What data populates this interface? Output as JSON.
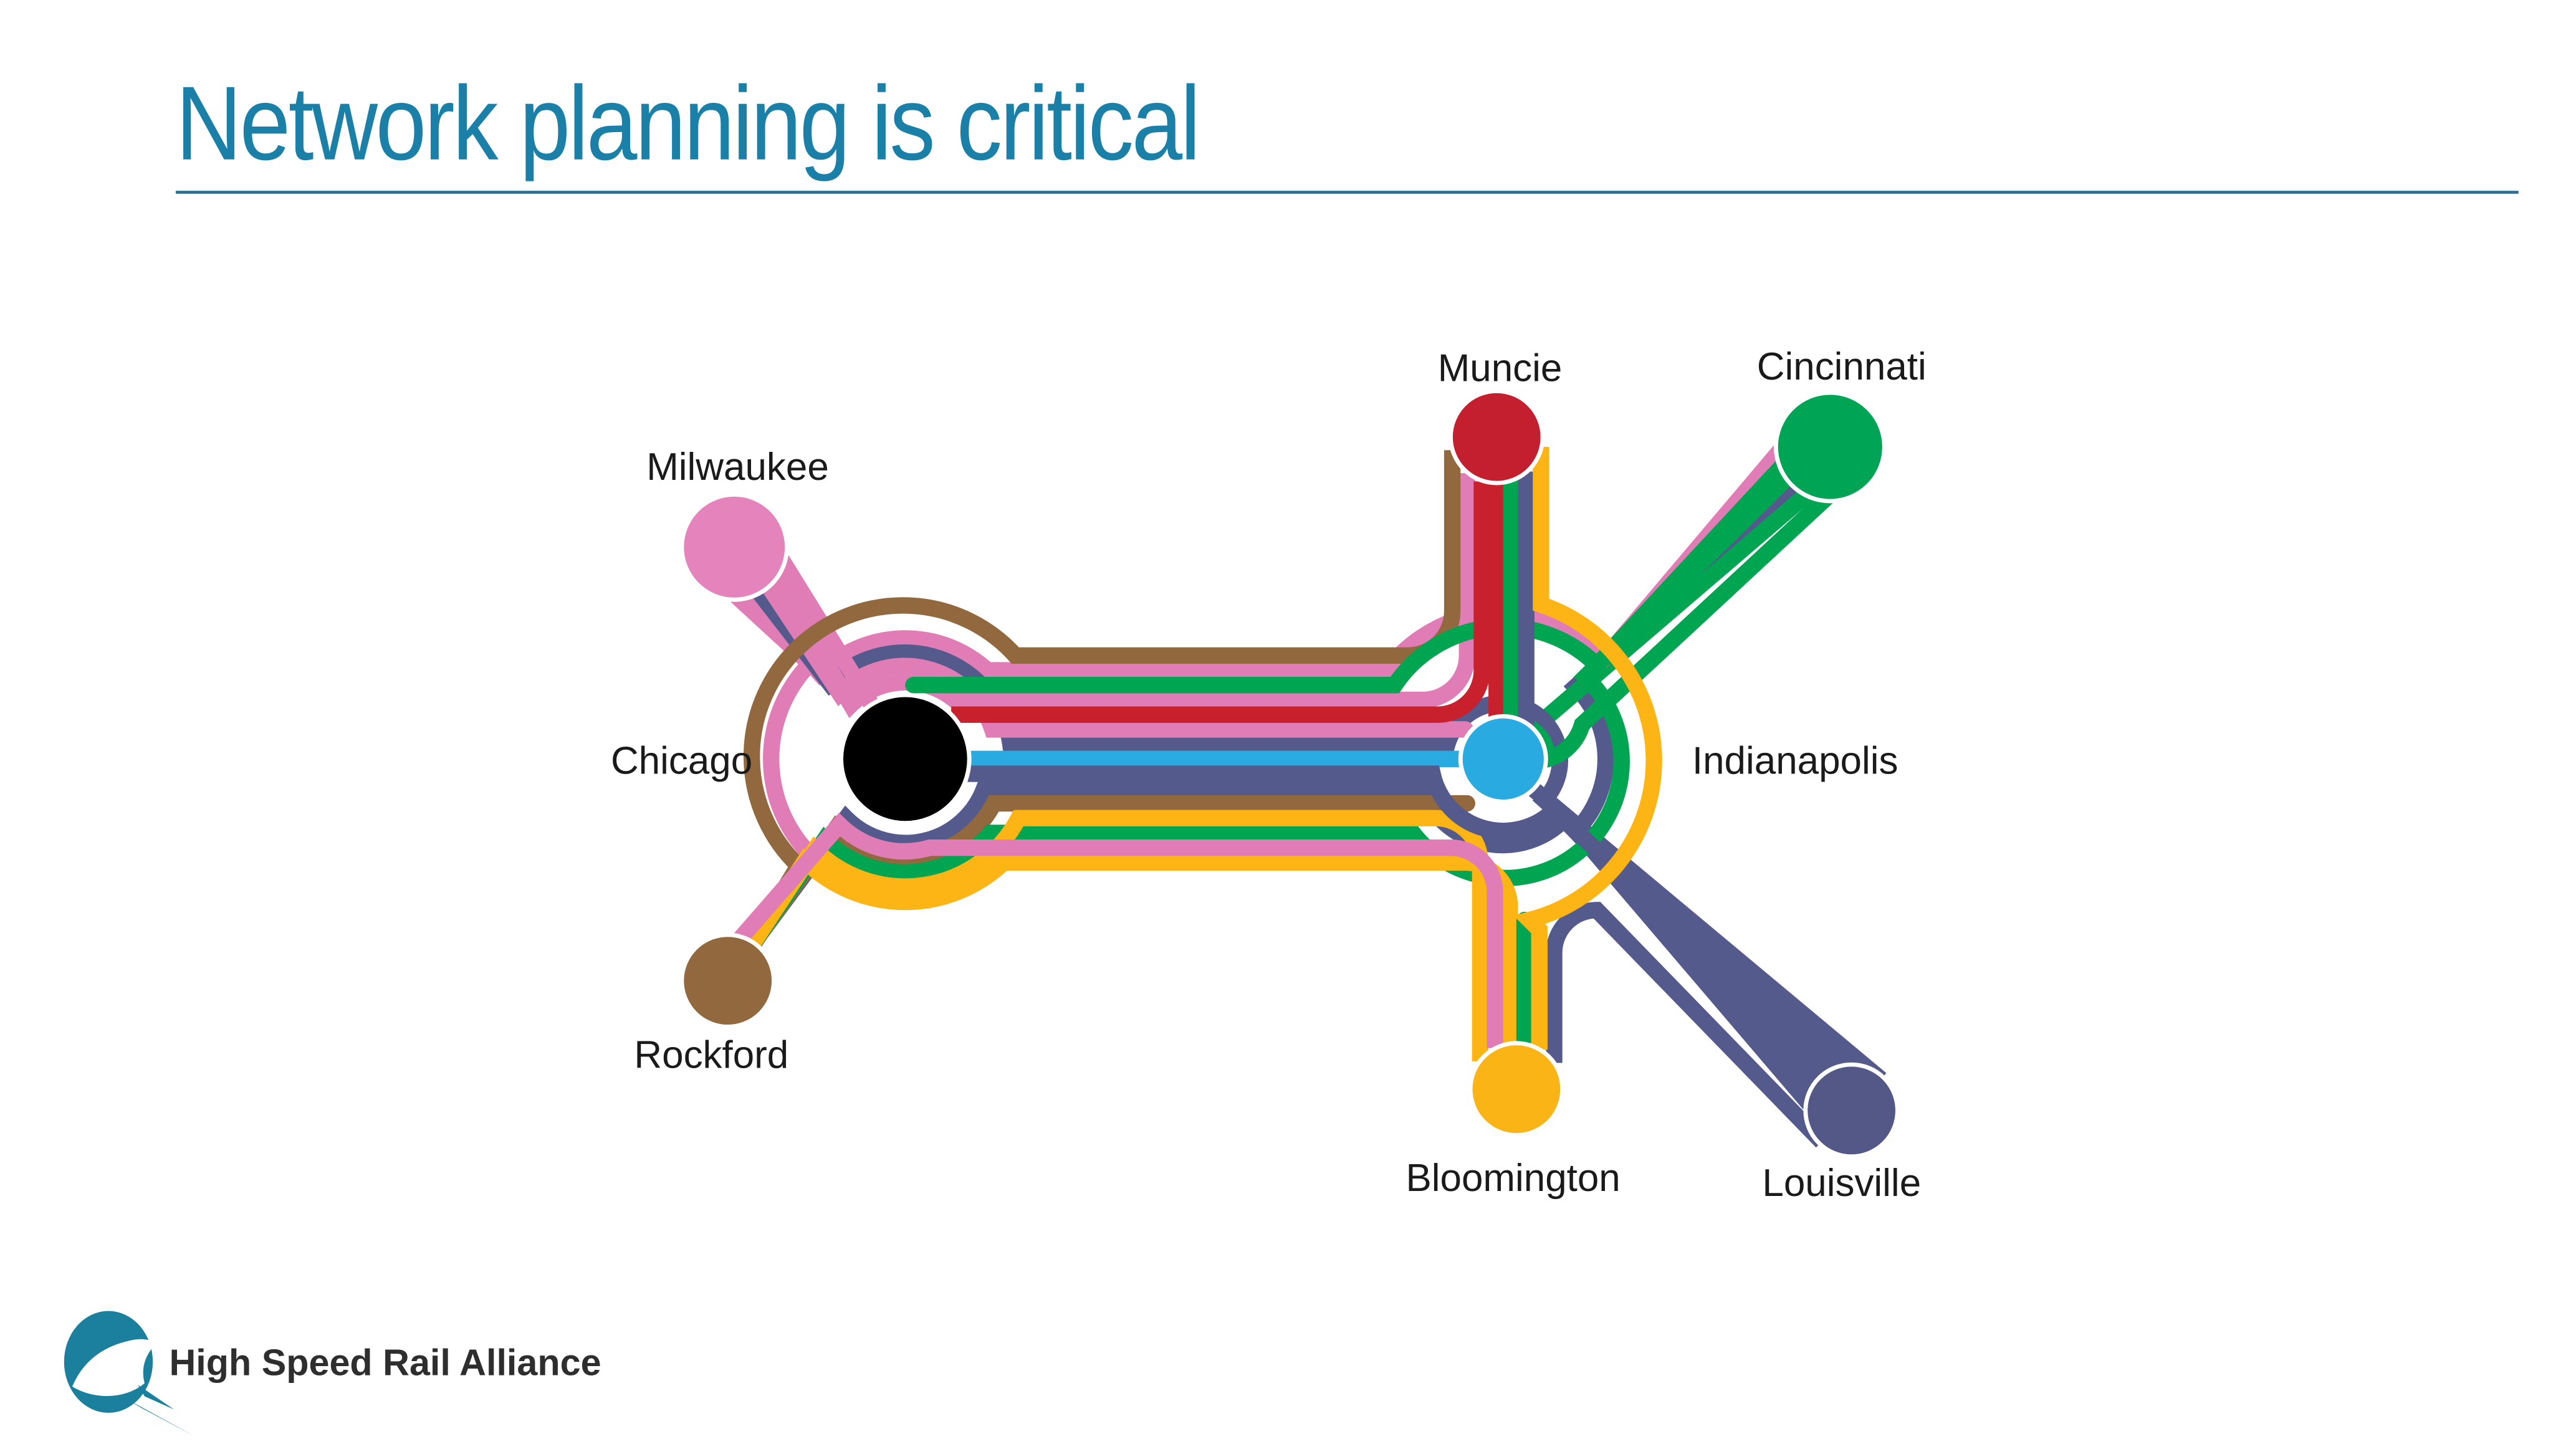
{
  "slide": {
    "title": "Network planning is critical"
  },
  "map": {
    "cities": [
      {
        "id": "milwaukee",
        "label": "Milwaukee",
        "color": "#E583BD"
      },
      {
        "id": "chicago",
        "label": "Chicago",
        "color": "#000000"
      },
      {
        "id": "rockford",
        "label": "Rockford",
        "color": "#92683F"
      },
      {
        "id": "muncie",
        "label": "Muncie",
        "color": "#C41F2F"
      },
      {
        "id": "cincinnati",
        "label": "Cincinnati",
        "color": "#00A455"
      },
      {
        "id": "indianapolis",
        "label": "Indianapolis",
        "color": "#29ABE2"
      },
      {
        "id": "bloomington",
        "label": "Bloomington",
        "color": "#FBB416"
      },
      {
        "id": "louisville",
        "label": "Louisville",
        "color": "#545887"
      }
    ],
    "line_colors": {
      "pink": "#E07CB6",
      "navy": "#555A8C",
      "green": "#00A551",
      "yellow": "#FCB515",
      "brown": "#92683F",
      "red": "#C9202E",
      "cyan": "#29ABE2"
    }
  },
  "footer": {
    "brand": "High Speed Rail Alliance"
  },
  "theme": {
    "title_color": "#1A80A8",
    "underline_color": "#2D6E91",
    "label_color": "#1A1A1A",
    "logo_color": "#1B7F9E"
  }
}
